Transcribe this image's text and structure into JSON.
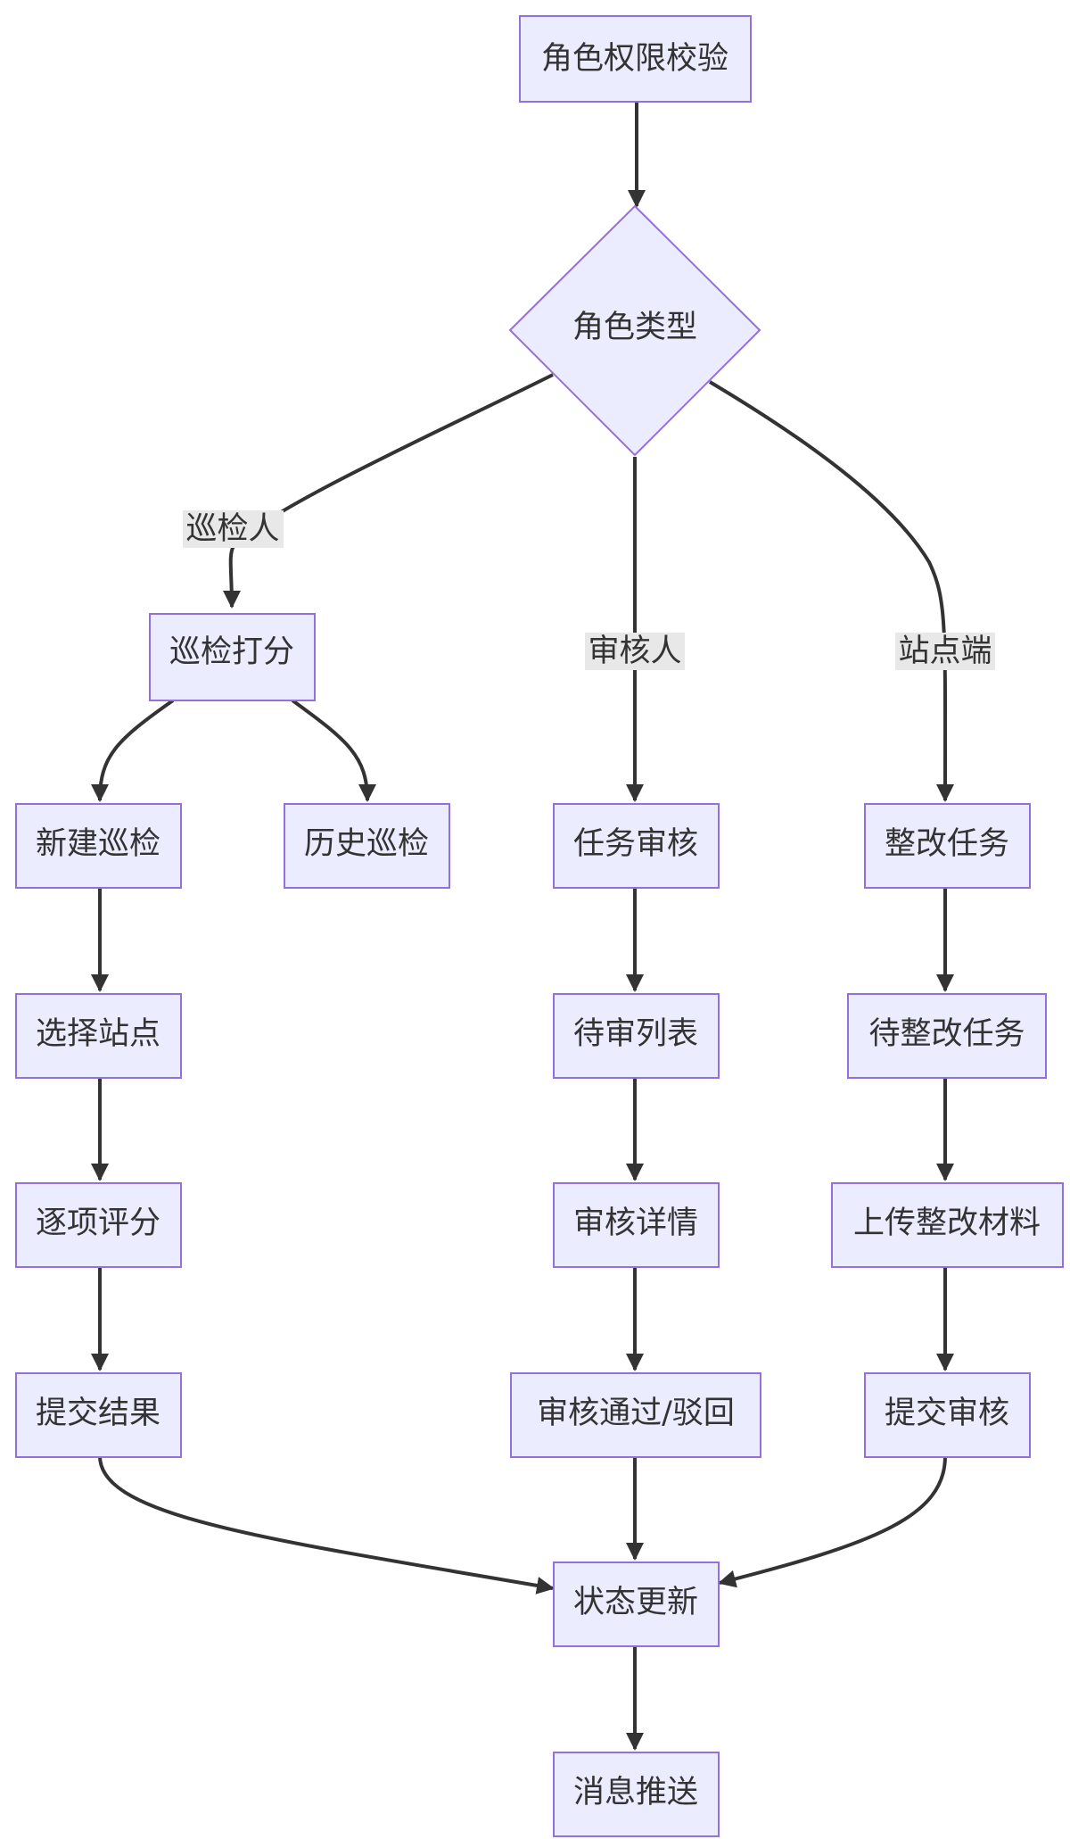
{
  "flowchart": {
    "nodes": {
      "role_check": "角色权限校验",
      "role_type": "角色类型",
      "patrol_scoring": "巡检打分",
      "new_patrol": "新建巡检",
      "history_patrol": "历史巡检",
      "select_site": "选择站点",
      "item_scoring": "逐项评分",
      "submit_result": "提交结果",
      "task_review": "任务审核",
      "pending_list": "待审列表",
      "review_detail": "审核详情",
      "approve_reject": "审核通过/驳回",
      "rectify_task": "整改任务",
      "pending_rectify": "待整改任务",
      "upload_materials": "上传整改材料",
      "submit_review": "提交审核",
      "status_update": "状态更新",
      "message_push": "消息推送"
    },
    "edge_labels": {
      "inspector": "巡检人",
      "reviewer": "审核人",
      "site": "站点端"
    }
  },
  "colors": {
    "node_fill": "#ECECFF",
    "node_stroke": "#9370DB",
    "edge": "#333333",
    "label_bg": "#E8E8E8",
    "text": "#333333"
  }
}
